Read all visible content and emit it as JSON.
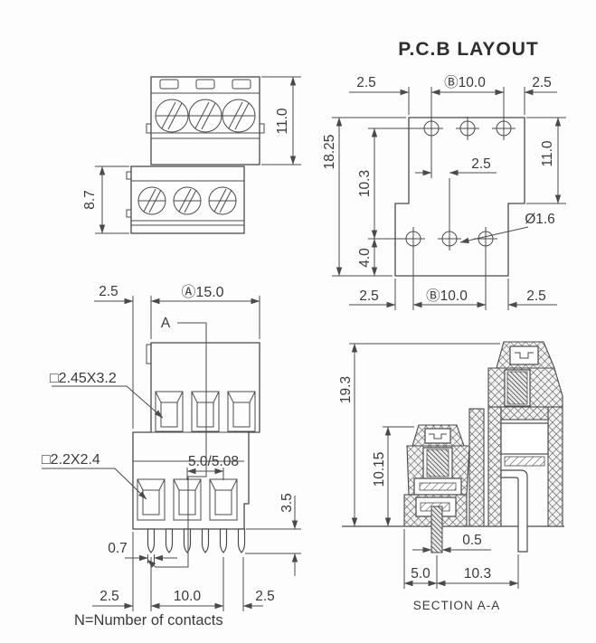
{
  "front_view": {
    "dim_upper_height": "11.0",
    "dim_lower_height": "8.7"
  },
  "pcb_layout": {
    "title": "P.C.B LAYOUT",
    "dim_top_left": "2.5",
    "dim_top_center": "Ⓑ10.0",
    "dim_top_right": "2.5",
    "dim_left_total": "18.25",
    "dim_left_rows": "10.3",
    "dim_left_bottom": "4.0",
    "dim_right_height": "11.0",
    "dim_row_offset": "2.5",
    "dim_hole_diameter": "Ø1.6",
    "dim_bottom_left": "2.5",
    "dim_bottom_center": "Ⓑ10.0",
    "dim_bottom_right": "2.5"
  },
  "elevation": {
    "dim_top_offset": "2.5",
    "dim_top_width": "Ⓐ15.0",
    "section_marker": "A",
    "label_upper_opening": "□2.45X3.2",
    "label_lower_opening": "□2.2X2.4",
    "dim_pitch": "5.0/5.08",
    "dim_pin_length": "3.5",
    "dim_pin_width": "0.7",
    "dim_bottom_left": "2.5",
    "dim_bottom_center": "10.0",
    "dim_bottom_right": "2.5",
    "note": "N=Number of contacts"
  },
  "section": {
    "caption": "SECTION A-A",
    "dim_total_height": "19.3",
    "dim_lower_height": "10.15",
    "dim_pin_thickness": "0.5",
    "dim_bottom_left": "5.0",
    "dim_bottom_right": "10.3"
  }
}
